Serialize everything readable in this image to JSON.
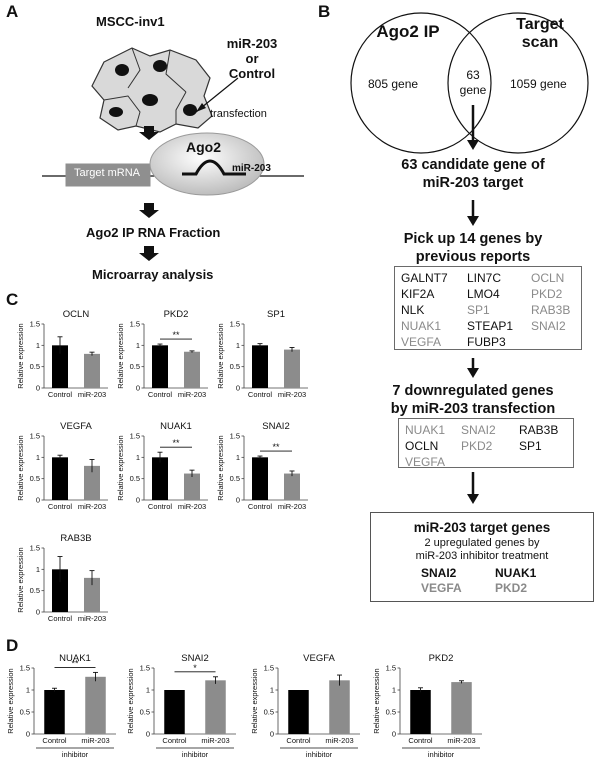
{
  "panel_labels": {
    "a": "A",
    "b": "B",
    "c": "C",
    "d": "D"
  },
  "panelA": {
    "cell_line": "MSCC-inv1",
    "transfect_l1": "miR-203",
    "transfect_l2": "or",
    "transfect_l3": "Control",
    "transfection": "transfection",
    "ago2": "Ago2",
    "mirna": "miR-203",
    "target_mrna": "Target mRNA",
    "step1": "Ago2 IP RNA Fraction",
    "step2": "Microarray analysis"
  },
  "panelB": {
    "venn_left": "Ago2 IP",
    "venn_right_l1": "Target",
    "venn_right_l2": "scan",
    "left_only": "805 gene",
    "overlap_l1": "63",
    "overlap_l2": "gene",
    "right_only": "1059 gene",
    "step1_l1": "63 candidate gene of",
    "step1_l2": "miR-203 target",
    "step2_l1": "Pick up 14 genes by",
    "step2_l2": "previous reports",
    "box1": [
      {
        "t": "GALNT7",
        "g": false
      },
      {
        "t": "LIN7C",
        "g": false
      },
      {
        "t": "OCLN",
        "g": true
      },
      {
        "t": "KIF2A",
        "g": false
      },
      {
        "t": "LMO4",
        "g": false
      },
      {
        "t": "PKD2",
        "g": true
      },
      {
        "t": "NLK",
        "g": false
      },
      {
        "t": "SP1",
        "g": true
      },
      {
        "t": "RAB3B",
        "g": true
      },
      {
        "t": "NUAK1",
        "g": true
      },
      {
        "t": "STEAP1",
        "g": false
      },
      {
        "t": "SNAI2",
        "g": true
      },
      {
        "t": "VEGFA",
        "g": true
      },
      {
        "t": "FUBP3",
        "g": false
      },
      {
        "t": "",
        "g": false
      }
    ],
    "step3_l1": "7 downregulated genes",
    "step3_l2": "by miR-203 transfection",
    "box2": [
      {
        "t": "NUAK1",
        "g": true
      },
      {
        "t": "SNAI2",
        "g": true
      },
      {
        "t": "RAB3B",
        "g": false
      },
      {
        "t": "OCLN",
        "g": false
      },
      {
        "t": "PKD2",
        "g": true
      },
      {
        "t": "SP1",
        "g": false
      },
      {
        "t": "VEGFA",
        "g": true
      },
      {
        "t": "",
        "g": false
      },
      {
        "t": "",
        "g": false
      }
    ],
    "final_title": "miR-203 target genes",
    "final_sub_l1": "2 upregulated genes by",
    "final_sub_l2": "miR-203 inhibitor treatment",
    "final_genes": [
      {
        "t": "SNAI2",
        "g": false
      },
      {
        "t": "NUAK1",
        "g": false
      },
      {
        "t": "VEGFA",
        "g": true
      },
      {
        "t": "PKD2",
        "g": true
      }
    ]
  },
  "chart_data": [
    {
      "panel": "C",
      "type": "bar",
      "title": "OCLN",
      "ylabel": "Relative expression",
      "categories": [
        "Control",
        "miR-203"
      ],
      "values": [
        1.0,
        0.8
      ],
      "errors": [
        0.2,
        0.04
      ],
      "ylim": [
        0,
        1.5
      ],
      "yticks": [
        0,
        0.5,
        1,
        1.5
      ],
      "sig": "",
      "bar_colors": [
        "#000000",
        "#8c8c8c"
      ]
    },
    {
      "panel": "C",
      "type": "bar",
      "title": "PKD2",
      "ylabel": "Relative expression",
      "categories": [
        "Control",
        "miR-203"
      ],
      "values": [
        1.0,
        0.85
      ],
      "errors": [
        0.03,
        0.02
      ],
      "ylim": [
        0,
        1.5
      ],
      "yticks": [
        0,
        0.5,
        1,
        1.5
      ],
      "sig": "**",
      "bar_colors": [
        "#000000",
        "#8c8c8c"
      ]
    },
    {
      "panel": "C",
      "type": "bar",
      "title": "SP1",
      "ylabel": "Relative expression",
      "categories": [
        "Control",
        "miR-203"
      ],
      "values": [
        1.0,
        0.9
      ],
      "errors": [
        0.04,
        0.05
      ],
      "ylim": [
        0,
        1.5
      ],
      "yticks": [
        0,
        0.5,
        1,
        1.5
      ],
      "sig": "",
      "bar_colors": [
        "#000000",
        "#8c8c8c"
      ]
    },
    {
      "panel": "C",
      "type": "bar",
      "title": "VEGFA",
      "ylabel": "Relative expression",
      "categories": [
        "Control",
        "miR-203"
      ],
      "values": [
        1.0,
        0.8
      ],
      "errors": [
        0.05,
        0.15
      ],
      "ylim": [
        0,
        1.5
      ],
      "yticks": [
        0,
        0.5,
        1,
        1.5
      ],
      "sig": "",
      "bar_colors": [
        "#000000",
        "#8c8c8c"
      ]
    },
    {
      "panel": "C",
      "type": "bar",
      "title": "NUAK1",
      "ylabel": "Relative expression",
      "categories": [
        "Control",
        "miR-203"
      ],
      "values": [
        1.0,
        0.62
      ],
      "errors": [
        0.12,
        0.08
      ],
      "ylim": [
        0,
        1.5
      ],
      "yticks": [
        0,
        0.5,
        1,
        1.5
      ],
      "sig": "**",
      "bar_colors": [
        "#000000",
        "#8c8c8c"
      ]
    },
    {
      "panel": "C",
      "type": "bar",
      "title": "SNAI2",
      "ylabel": "Relative expression",
      "categories": [
        "Control",
        "miR-203"
      ],
      "values": [
        1.0,
        0.62
      ],
      "errors": [
        0.03,
        0.06
      ],
      "ylim": [
        0,
        1.5
      ],
      "yticks": [
        0,
        0.5,
        1,
        1.5
      ],
      "sig": "**",
      "bar_colors": [
        "#000000",
        "#8c8c8c"
      ]
    },
    {
      "panel": "C",
      "type": "bar",
      "title": "RAB3B",
      "ylabel": "Relative expression",
      "categories": [
        "Control",
        "miR-203"
      ],
      "values": [
        1.0,
        0.8
      ],
      "errors": [
        0.3,
        0.17
      ],
      "ylim": [
        0,
        1.5
      ],
      "yticks": [
        0,
        0.5,
        1,
        1.5
      ],
      "sig": "",
      "bar_colors": [
        "#000000",
        "#8c8c8c"
      ]
    },
    {
      "panel": "D",
      "type": "bar",
      "title": "NUAK1",
      "ylabel": "Relative expression",
      "categories": [
        "Control",
        "miR-203"
      ],
      "group_label": "inhibitor",
      "values": [
        1.0,
        1.3
      ],
      "errors": [
        0.04,
        0.1
      ],
      "ylim": [
        0,
        1.5
      ],
      "yticks": [
        0,
        0.5,
        1,
        1.5
      ],
      "sig": "**",
      "bar_colors": [
        "#000000",
        "#8c8c8c"
      ]
    },
    {
      "panel": "D",
      "type": "bar",
      "title": "SNAI2",
      "ylabel": "Relative expression",
      "categories": [
        "Control",
        "miR-203"
      ],
      "group_label": "inhibitor",
      "values": [
        1.0,
        1.22
      ],
      "errors": [
        0.0,
        0.08
      ],
      "ylim": [
        0,
        1.5
      ],
      "yticks": [
        0,
        0.5,
        1,
        1.5
      ],
      "sig": "*",
      "bar_colors": [
        "#000000",
        "#8c8c8c"
      ]
    },
    {
      "panel": "D",
      "type": "bar",
      "title": "VEGFA",
      "ylabel": "Relative expression",
      "categories": [
        "Control",
        "miR-203"
      ],
      "group_label": "inhibitor",
      "values": [
        1.0,
        1.22
      ],
      "errors": [
        0.0,
        0.12
      ],
      "ylim": [
        0,
        1.5
      ],
      "yticks": [
        0,
        0.5,
        1,
        1.5
      ],
      "sig": "",
      "bar_colors": [
        "#000000",
        "#8c8c8c"
      ]
    },
    {
      "panel": "D",
      "type": "bar",
      "title": "PKD2",
      "ylabel": "Relative expression",
      "categories": [
        "Control",
        "miR-203"
      ],
      "group_label": "inhibitor",
      "values": [
        1.0,
        1.18
      ],
      "errors": [
        0.05,
        0.03
      ],
      "ylim": [
        0,
        1.5
      ],
      "yticks": [
        0,
        0.5,
        1,
        1.5
      ],
      "sig": "",
      "bar_colors": [
        "#000000",
        "#8c8c8c"
      ]
    }
  ]
}
